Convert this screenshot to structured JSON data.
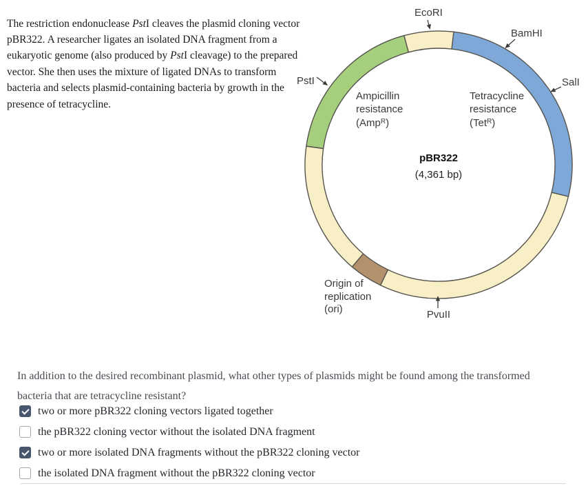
{
  "intro": {
    "part1": "The restriction endonuclease ",
    "italic1": "Pst",
    "part2": "I cleaves the plasmid cloning vector pBR322. A researcher ligates an isolated DNA fragment from a eukaryotic genome (also produced by ",
    "italic2": "Pst",
    "part3": "I cleavage) to the prepared vector. She then uses the mixture of ligated DNAs to transform bacteria and selects plasmid-containing bacteria by growth in the presence of tetracycline."
  },
  "diagram": {
    "title": "pBR322",
    "subtitle": "(4,361 bp)",
    "sites": {
      "ecori": "EcoRI",
      "bamhi": "BamHI",
      "sali": "SalI",
      "psti": "PstI",
      "pvuii": "PvuII"
    },
    "amp": {
      "line1": "Ampicillin",
      "line2": "resistance",
      "line3_pre": "(Amp",
      "sup": "R",
      "line3_post": ")"
    },
    "tet": {
      "line1": "Tetracycline",
      "line2": "resistance",
      "line3_pre": "(Tet",
      "sup": "R",
      "line3_post": ")"
    },
    "ori": {
      "line1": "Origin of",
      "line2": "replication",
      "line3": "(ori)"
    },
    "colors": {
      "amp_region": "#a5ce7d",
      "tet_region": "#7ea8d8",
      "ori_region": "#b3916c",
      "backbone": "#f9efc7",
      "outline": "#55534e",
      "arrow": "#3e3c39"
    }
  },
  "question": {
    "text": "In addition to the desired recombinant plasmid, what other types of plasmids might be found among the transformed bacteria that are tetracycline resistant?",
    "checkbox_checked_color": "#47566c",
    "options": [
      {
        "label": "two or more pBR322 cloning vectors ligated together",
        "checked": true
      },
      {
        "label": "the pBR322 cloning vector without the isolated DNA fragment",
        "checked": false
      },
      {
        "label": "two or more isolated DNA fragments without the pBR322 cloning vector",
        "checked": true
      },
      {
        "label": "the isolated DNA fragment without the pBR322 cloning vector",
        "checked": false
      }
    ]
  }
}
